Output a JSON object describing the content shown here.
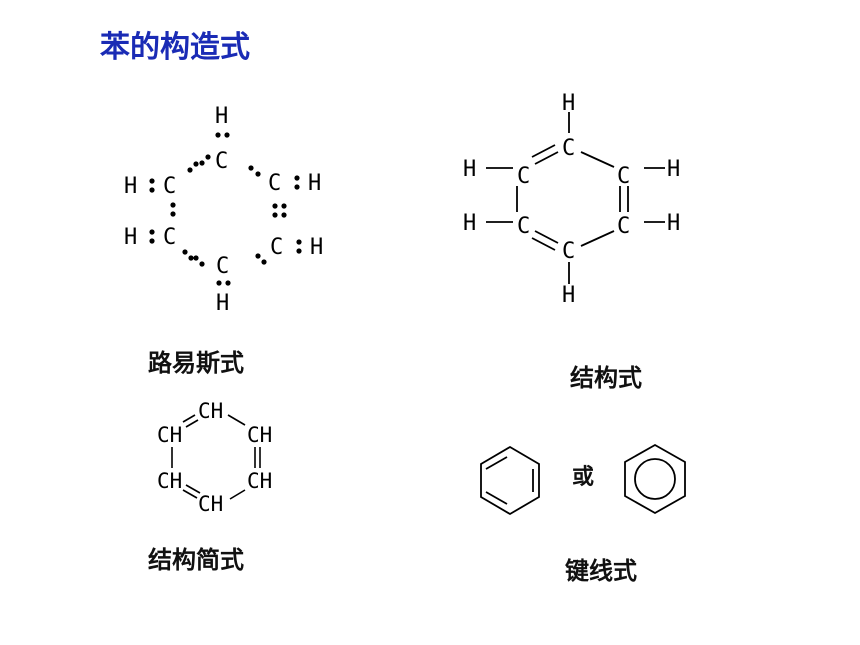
{
  "title": "苯的构造式",
  "lewis": {
    "caption": "路易斯式",
    "atoms": {
      "c": "C",
      "h": "H"
    }
  },
  "structural": {
    "caption": "结构式",
    "atoms": {
      "c": "C",
      "h": "H"
    }
  },
  "condensed": {
    "caption": "结构简式",
    "group": "CH"
  },
  "skeletal": {
    "caption": "键线式",
    "or_text": "或"
  }
}
